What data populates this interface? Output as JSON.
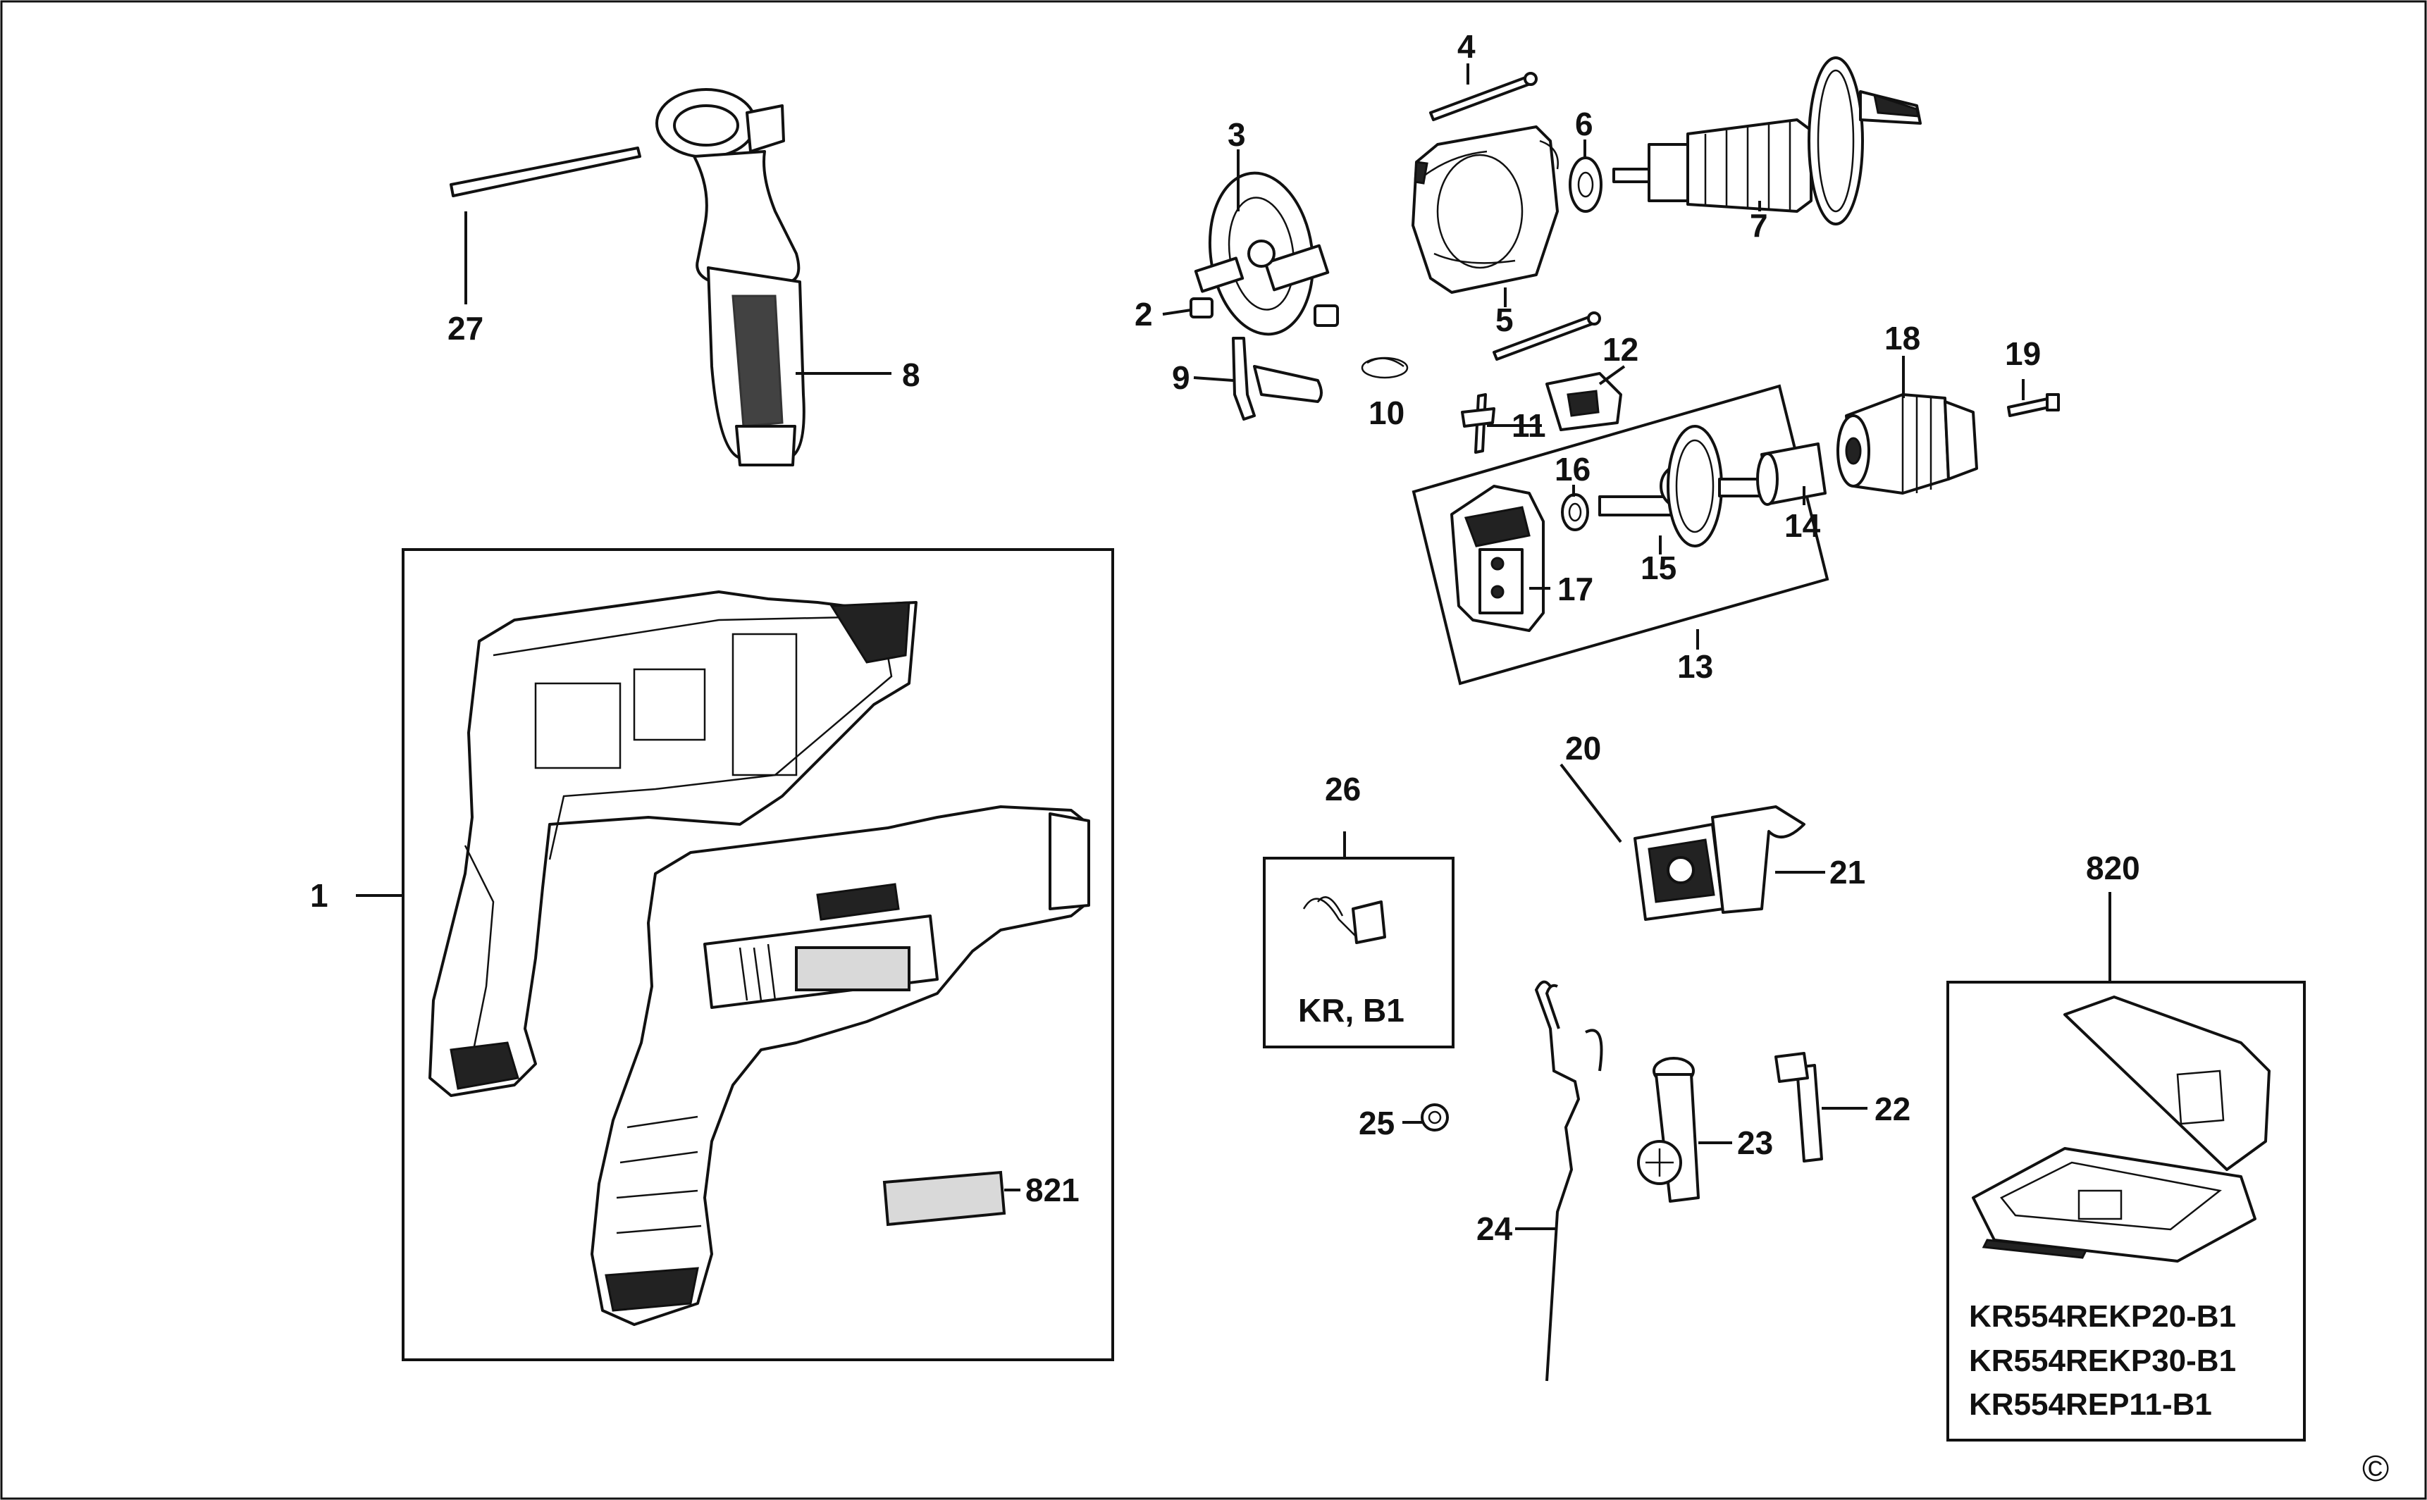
{
  "parts": {
    "p1": "1",
    "p2": "2",
    "p3": "3",
    "p4": "4",
    "p5": "5",
    "p6": "6",
    "p7": "7",
    "p8": "8",
    "p9": "9",
    "p10": "10",
    "p11": "11",
    "p12": "12",
    "p13": "13",
    "p14": "14",
    "p15": "15",
    "p16": "16",
    "p17": "17",
    "p18": "18",
    "p19": "19",
    "p20": "20",
    "p21": "21",
    "p22": "22",
    "p23": "23",
    "p24": "24",
    "p25": "25",
    "p26": "26",
    "p27": "27",
    "p820": "820",
    "p821": "821"
  },
  "region_note": "KR, B1",
  "kit_models": [
    "KR554REKP20-B1",
    "KR554REKP30-B1",
    "KR554REP11-B1"
  ],
  "copyright": "©"
}
